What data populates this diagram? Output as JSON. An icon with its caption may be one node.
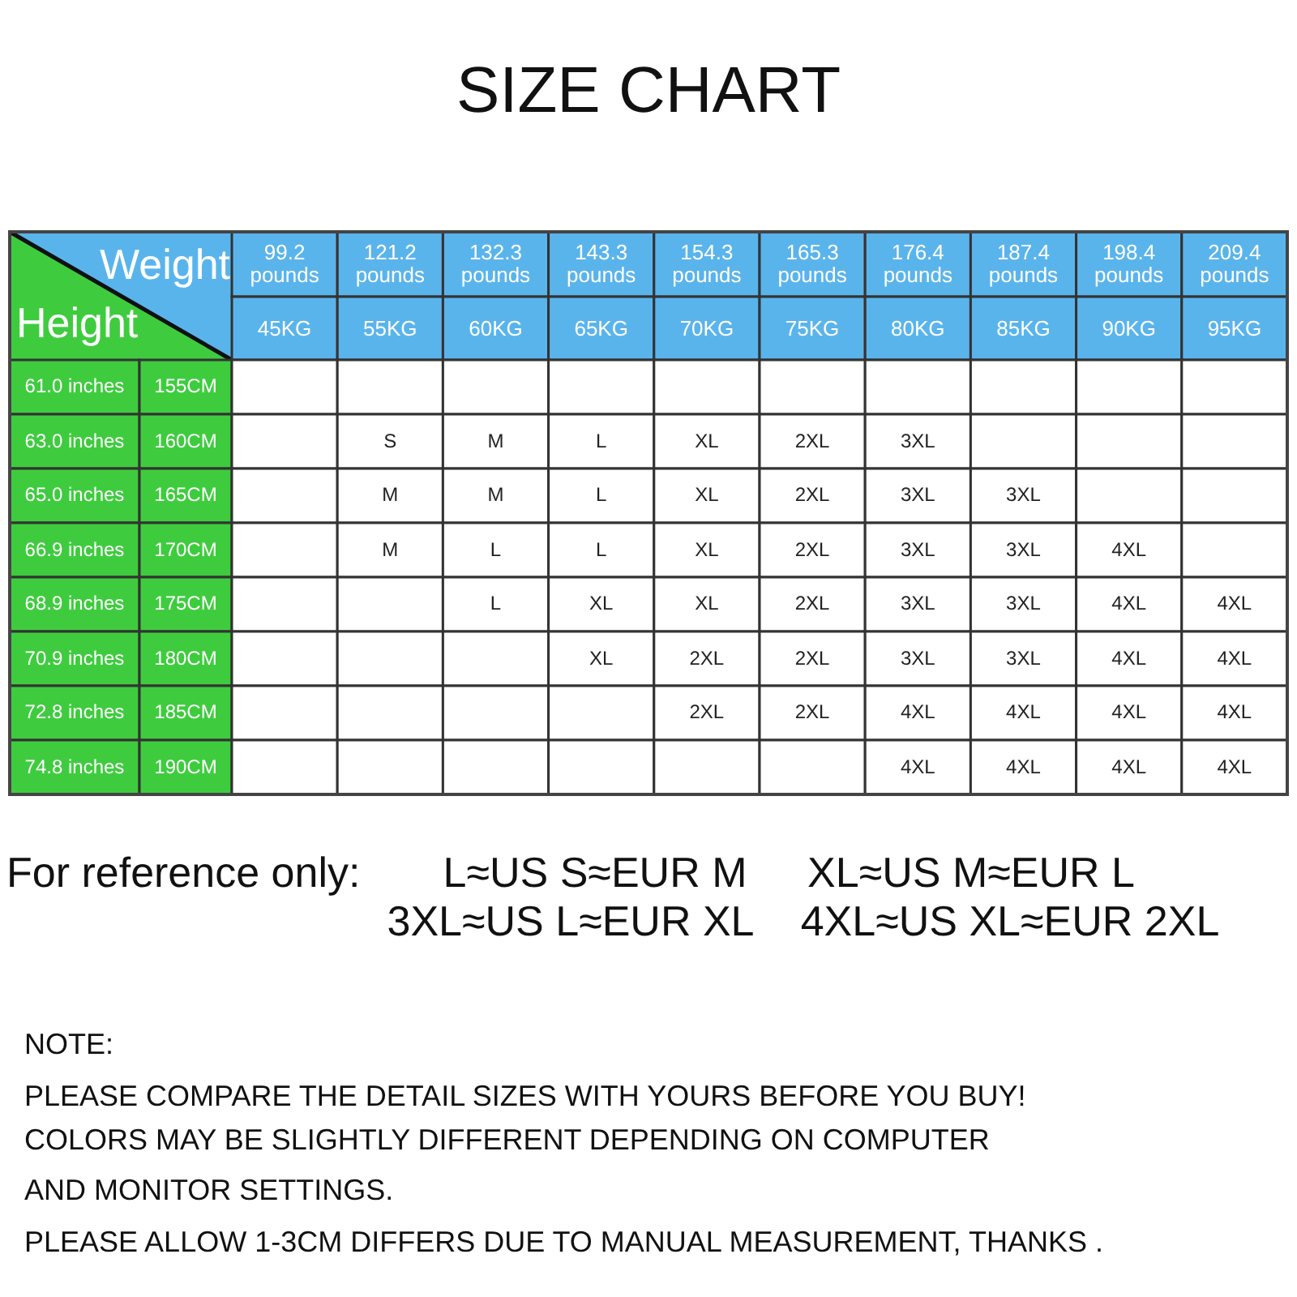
{
  "diagram": {
    "title": "SIZE CHART",
    "labels": [
      "Weight",
      "Height",
      "99.2 pounds",
      "121.2 pounds",
      "132.3 pounds",
      "143.3 pounds",
      "154.3 pounds",
      "165.3 pounds",
      "176.4 pounds",
      "187.4 pounds",
      "198.4 pounds",
      "209.4 pounds",
      "45KG",
      "55KG",
      "60KG",
      "65KG",
      "70KG",
      "75KG",
      "80KG",
      "85KG",
      "90KG",
      "95KG",
      "61.0 inches",
      "155CM",
      "63.0 inches",
      "160CM",
      "S",
      "M",
      "L",
      "XL",
      "2XL",
      "3XL",
      "65.0 inches",
      "165CM",
      "M",
      "M",
      "L",
      "XL",
      "2XL",
      "3XL",
      "3XL",
      "66.9 inches",
      "170CM",
      "M",
      "L",
      "L",
      "XL",
      "2XL",
      "3XL",
      "3XL",
      "4XL",
      "68.9 inches",
      "175CM",
      "L",
      "XL",
      "XL",
      "2XL",
      "3XL",
      "3XL",
      "4XL",
      "4XL",
      "70.9 inches",
      "180CM",
      "XL",
      "2XL",
      "2XL",
      "3XL",
      "3XL",
      "4XL",
      "4XL",
      "72.8 inches",
      "185CM",
      "2XL",
      "2XL",
      "4XL",
      "4XL",
      "4XL",
      "4XL",
      "74.8 inches",
      "190CM",
      "4XL",
      "4XL",
      "4XL",
      "4XL",
      "For reference only:",
      "L≈US S≈EUR M",
      "XL≈US M≈EUR L",
      "3XL≈US L≈EUR XL",
      "4XL≈US XL≈EUR 2XL",
      "NOTE:",
      "PLEASE COMPARE THE DETAIL SIZES WITH YOURS BEFORE YOU BUY!",
      "COLORS MAY BE SLIGHTLY DIFFERENT DEPENDING ON COMPUTER AND MONITOR SETTINGS.",
      "PLEASE ALLOW 1-3CM DIFFERS DUE TO MANUAL MEASUREMENT, THANKS ."
    ]
  }
}
